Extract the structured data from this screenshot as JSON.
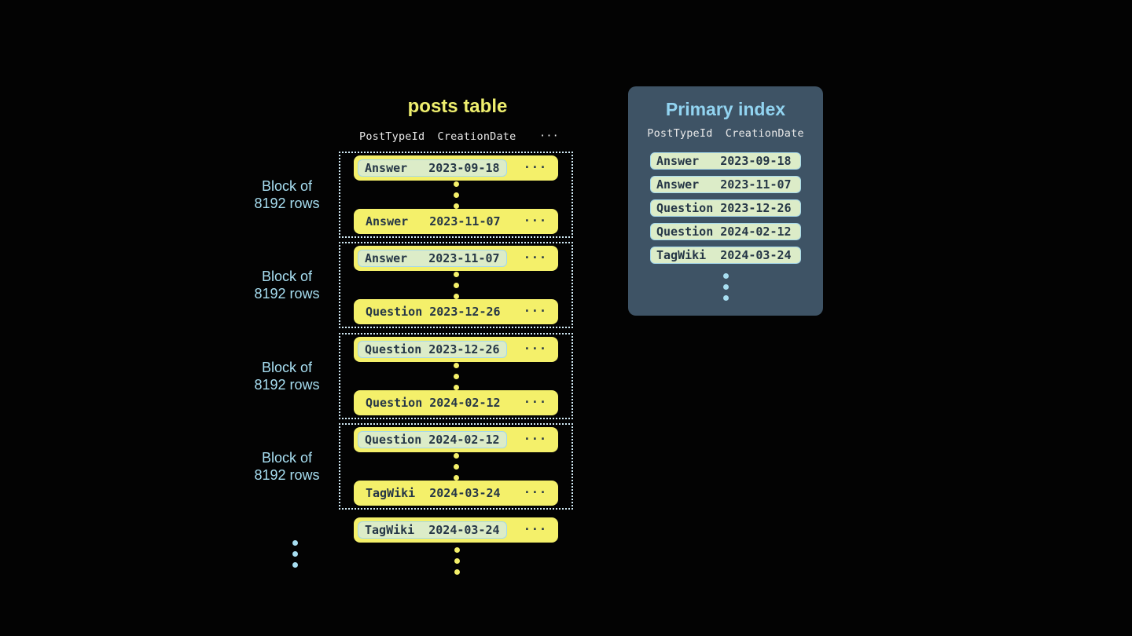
{
  "posts": {
    "title": "posts table",
    "header": {
      "col1": "PostTypeId",
      "col2": "CreationDate",
      "more": "..."
    },
    "block_label": {
      "line1": "Block of",
      "line2": "8192 rows"
    },
    "blocks": [
      {
        "first": {
          "type": "Answer",
          "date": "2023-09-18"
        },
        "last": {
          "type": "Answer",
          "date": "2023-11-07"
        }
      },
      {
        "first": {
          "type": "Answer",
          "date": "2023-11-07"
        },
        "last": {
          "type": "Question",
          "date": "2023-12-26"
        }
      },
      {
        "first": {
          "type": "Question",
          "date": "2023-12-26"
        },
        "last": {
          "type": "Question",
          "date": "2024-02-12"
        }
      },
      {
        "first": {
          "type": "Question",
          "date": "2024-02-12"
        },
        "last": {
          "type": "TagWiki",
          "date": "2024-03-24"
        }
      }
    ],
    "trailing": {
      "type": "TagWiki",
      "date": "2024-03-24"
    }
  },
  "index": {
    "title": "Primary index",
    "header": {
      "col1": "PostTypeId",
      "col2": "CreationDate"
    },
    "rows": [
      {
        "type": "Answer",
        "date": "2023-09-18"
      },
      {
        "type": "Answer",
        "date": "2023-11-07"
      },
      {
        "type": "Question",
        "date": "2023-12-26"
      },
      {
        "type": "Question",
        "date": "2024-02-12"
      },
      {
        "type": "TagWiki",
        "date": "2024-03-24"
      }
    ]
  },
  "colors": {
    "background": "#030303",
    "row_yellow": "#f4f06a",
    "highlight_green": "#dcecc8",
    "highlight_border_blue": "#a5d8eb",
    "dark_text": "#263747",
    "panel_background": "#3e5365",
    "accent_light_blue": "#a8dff2",
    "title_yellow": "#efef6e",
    "panel_title_blue": "#92d4f1",
    "dotted_border": "#d3ecf7",
    "header_text": "#e9e9e9"
  }
}
